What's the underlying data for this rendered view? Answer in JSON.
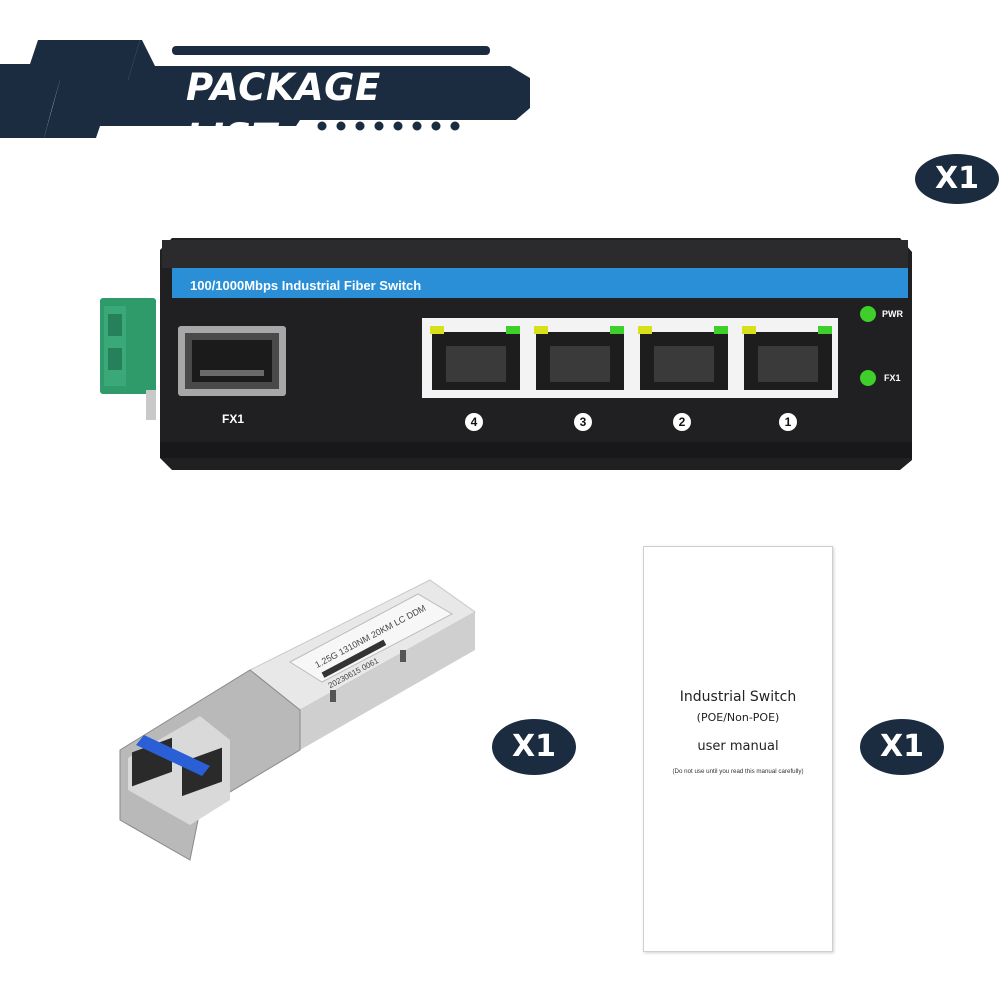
{
  "header": {
    "title": "PACKAGE LIST"
  },
  "switch": {
    "model_label": "100/1000Mbps Industrial Fiber Switch",
    "fiber_port_label": "FX1",
    "ports": [
      "4",
      "3",
      "2",
      "1"
    ],
    "led_labels": {
      "power": "PWR",
      "fiber": "FX1"
    },
    "quantity": "X1"
  },
  "sfp_module": {
    "label_line_1": "1.25G 1310NM 20KM LC DDM",
    "label_line_2": "20230615 0061",
    "quantity": "X1"
  },
  "manual": {
    "title": "Industrial Switch",
    "subtitle": "(POE/Non-POE)",
    "type": "user manual",
    "note": "(Do not use until you read this manual carefully)",
    "quantity": "X1"
  },
  "colors": {
    "banner_dark": "#1b2c40",
    "accent_blue": "#2a8fd6",
    "led_green": "#3fcf2a",
    "led_yellow": "#d8e01a",
    "terminal_green": "#2f9a6a"
  }
}
